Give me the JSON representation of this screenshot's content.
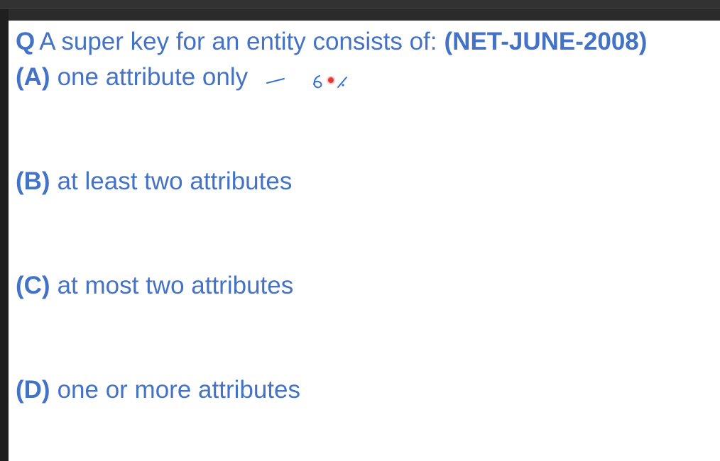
{
  "question": {
    "marker": "Q",
    "text": "A super key for an entity consists of:",
    "source": "(NET-JUNE-2008)"
  },
  "options": [
    {
      "letter": "(A)",
      "text": "one attribute only"
    },
    {
      "letter": "(B)",
      "text": "at least two attributes"
    },
    {
      "letter": "(C)",
      "text": "at most two attributes"
    },
    {
      "letter": "(D)",
      "text": "one or more attributes"
    }
  ],
  "annotation": {
    "handwritten_mark": "– 6%",
    "ink_color": "#3a6fd8"
  },
  "colors": {
    "text": "#4472c4",
    "background": "#ffffff",
    "cursor": "#e53935"
  }
}
